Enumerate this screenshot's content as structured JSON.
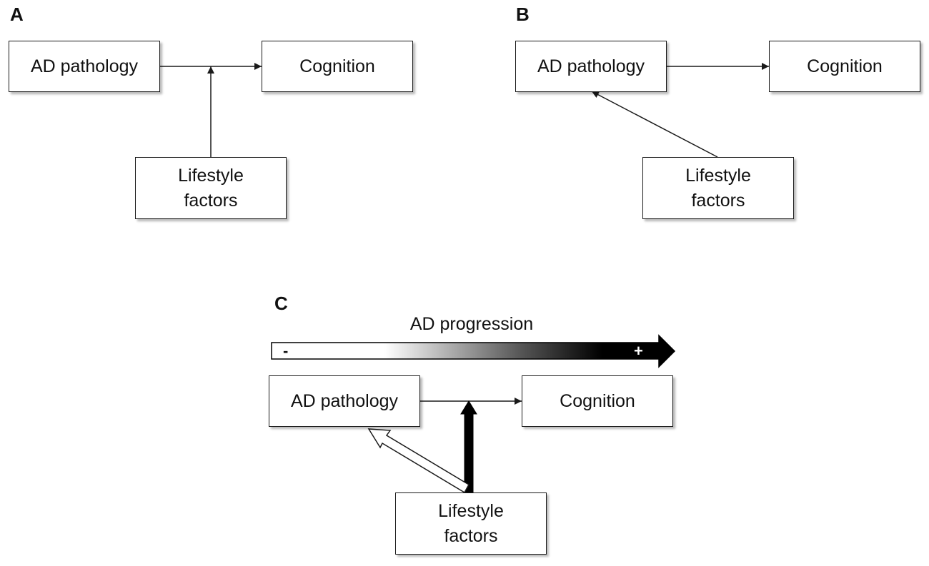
{
  "panels": {
    "a": {
      "label": "A",
      "nodes": {
        "pathology": "AD pathology",
        "cognition": "Cognition",
        "lifestyle": "Lifestyle\nfactors"
      }
    },
    "b": {
      "label": "B",
      "nodes": {
        "pathology": "AD pathology",
        "cognition": "Cognition",
        "lifestyle": "Lifestyle\nfactors"
      }
    },
    "c": {
      "label": "C",
      "progression": {
        "label": "AD progression",
        "minus": "-",
        "plus": "+"
      },
      "nodes": {
        "pathology": "AD pathology",
        "cognition": "Cognition",
        "lifestyle": "Lifestyle\nfactors"
      }
    }
  },
  "colors": {
    "line": "#1a1a1a",
    "dark_fill": "#000000",
    "light_fill": "#ffffff"
  }
}
